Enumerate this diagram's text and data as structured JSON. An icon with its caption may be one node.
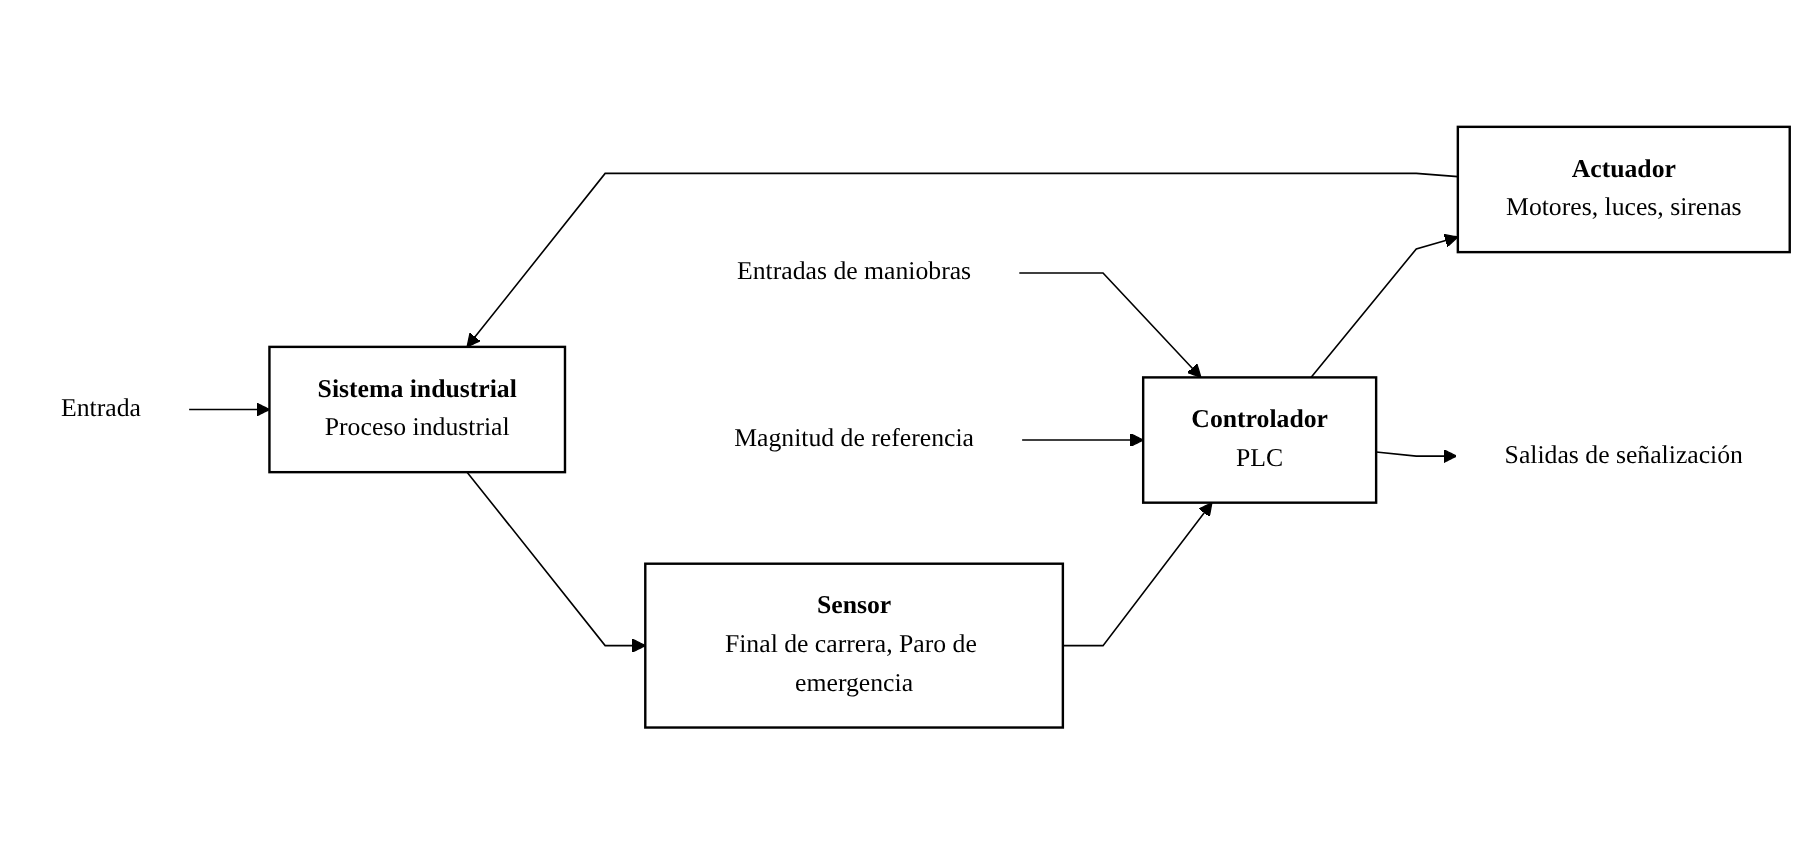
{
  "diagram": {
    "nodes": [
      {
        "text": [
          "Entrada"
        ]
      },
      {
        "text": [
          "Sistema industrial",
          "Proceso industrial"
        ]
      },
      {
        "text": [
          "Sensor",
          "Final de carrera, Paro de emergencia"
        ]
      },
      {
        "text": [
          "Actuador",
          "Motores, luces, sirenas"
        ]
      },
      {
        "text": [
          "Controlador",
          "PLC"
        ]
      },
      {
        "text": [
          "Salidas de señalización"
        ]
      },
      {
        "text": [
          "Magnitud de referencia"
        ]
      },
      {
        "text": [
          "Entradas de maniobras"
        ]
      }
    ],
    "edges": [
      {
        "from": 0,
        "to": 1,
        "arrow": "to"
      },
      {
        "from": 1,
        "to": 2,
        "arrow": "to"
      },
      {
        "from": 2,
        "to": 4,
        "arrow": "to"
      },
      {
        "from": 4,
        "to": 3,
        "arrow": "to"
      },
      {
        "from": 3,
        "to": 1,
        "arrow": "to"
      },
      {
        "from": 4,
        "to": 5,
        "arrow": "to"
      },
      {
        "from": 6,
        "to": 4,
        "arrow": "to"
      },
      {
        "from": 7,
        "to": 4,
        "arrow": "to"
      }
    ]
  }
}
